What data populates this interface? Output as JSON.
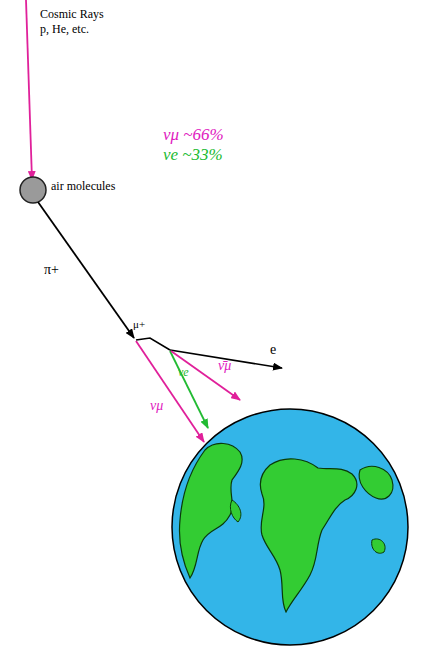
{
  "diagram": {
    "labels": [
      "Cosmic Rays",
      "p, He, etc.",
      "air molecules",
      "νμ ~66%",
      "νe ~33%",
      "π+",
      "μ+",
      "e",
      "νμ",
      "νe",
      "ν̄μ"
    ]
  }
}
